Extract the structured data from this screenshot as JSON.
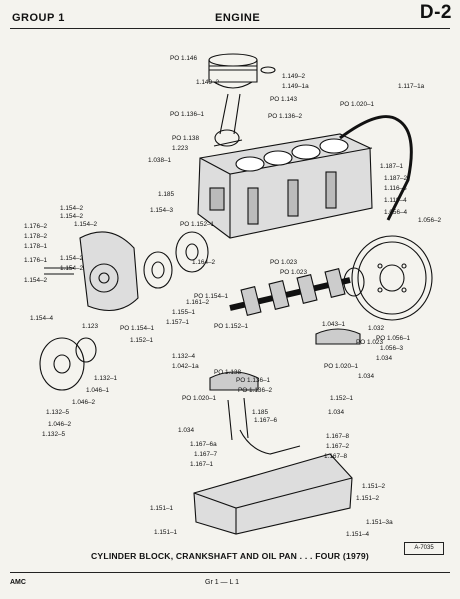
{
  "header": {
    "group": "GROUP 1",
    "section": "ENGINE",
    "page_id": "D-2"
  },
  "caption": "CYLINDER BLOCK, CRANKSHAFT AND OIL PAN . . . FOUR (1979)",
  "figure_ref": "A-7035",
  "footer": {
    "left": "AMC",
    "center": "Gr 1 — L 1"
  },
  "labels": [
    "PO 1.146",
    "1.149–2",
    "1.149–1a",
    "1.149–2",
    "PO 1.143",
    "PO 1.136–1",
    "PO 1.136–2",
    "PO 1.020–1",
    "1.117–1a",
    "PO 1.138",
    "1.223",
    "1.038–1",
    "1.187–1",
    "1.187–2",
    "1.116–8",
    "1.119–4",
    "1.056–4",
    "1.056–2",
    "1.185",
    "1.154–3",
    "PO 1.152–1",
    "1.154–2",
    "1.154–2",
    "1.176–2",
    "1.154–2",
    "1.178–2",
    "1.178–1",
    "1.154–2",
    "1.176–1",
    "1.154–2",
    "1.154–2",
    "1.154–4",
    "1.123",
    "PO 1.154–1",
    "1.152–1",
    "1.164–2",
    "PO 1.023",
    "PO 1.023",
    "PO 1.154–1",
    "1.161–2",
    "1.155–1",
    "1.157–1",
    "PO 1.152–1",
    "1.043–1",
    "1.032",
    "PO 1.023",
    "PO 1.056–1",
    "1.056–3",
    "1.132–4",
    "1.042–1a",
    "PO 1.138",
    "PO 1.136–1",
    "PO 1.136–2",
    "PO 1.020–1",
    "1.034",
    "PO 1.020–1",
    "1.034",
    "1.132–1",
    "1.046–1",
    "1.046–2",
    "1.132–5",
    "1.046–2",
    "1.132–5",
    "1.185",
    "1.167–6",
    "1.152–1",
    "1.034",
    "1.034",
    "1.167–6a",
    "1.167–7",
    "1.167–1",
    "1.167–8",
    "1.167–2",
    "1.167–8",
    "1.151–2",
    "1.151–1",
    "1.151–2",
    "1.151–3a",
    "1.151–4",
    "1.151–1"
  ]
}
